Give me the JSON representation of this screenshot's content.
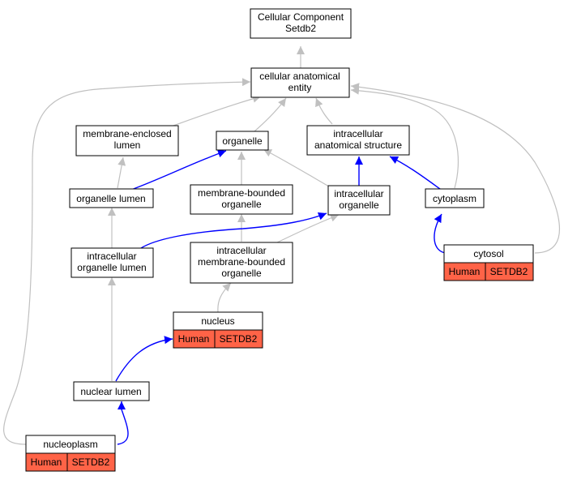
{
  "colors": {
    "grey_edge": "#c0c0c0",
    "blue_edge": "#0000ff",
    "annotation_fill": "#ff6347",
    "node_fill": "#ffffff",
    "node_border": "#000000"
  },
  "nodes": {
    "cellular_component_setdb2": {
      "lines": [
        "Cellular Component",
        "Setdb2"
      ]
    },
    "cellular_anatomical_entity": {
      "lines": [
        "cellular anatomical",
        "entity"
      ]
    },
    "membrane_enclosed_lumen": {
      "lines": [
        "membrane-enclosed",
        "lumen"
      ]
    },
    "organelle": {
      "lines": [
        "organelle"
      ]
    },
    "intracellular_anatomical_structure": {
      "lines": [
        "intracellular",
        "anatomical structure"
      ]
    },
    "organelle_lumen": {
      "lines": [
        "organelle lumen"
      ]
    },
    "membrane_bounded_organelle": {
      "lines": [
        "membrane-bounded",
        "organelle"
      ]
    },
    "intracellular_organelle": {
      "lines": [
        "intracellular",
        "organelle"
      ]
    },
    "cytoplasm": {
      "lines": [
        "cytoplasm"
      ]
    },
    "intracellular_organelle_lumen": {
      "lines": [
        "intracellular",
        "organelle lumen"
      ]
    },
    "intracellular_membrane_bounded_organelle": {
      "lines": [
        "intracellular",
        "membrane-bounded",
        "organelle"
      ]
    },
    "nuclear_lumen": {
      "lines": [
        "nuclear lumen"
      ]
    },
    "nucleus": {
      "title": "nucleus",
      "species": "Human",
      "gene": "SETDB2"
    },
    "cytosol": {
      "title": "cytosol",
      "species": "Human",
      "gene": "SETDB2"
    },
    "nucleoplasm": {
      "title": "nucleoplasm",
      "species": "Human",
      "gene": "SETDB2"
    }
  },
  "edges": [
    {
      "from": "cellular_anatomical_entity",
      "to": "cellular_component_setdb2",
      "type": "is_a"
    },
    {
      "from": "membrane_enclosed_lumen",
      "to": "cellular_anatomical_entity",
      "type": "is_a"
    },
    {
      "from": "organelle",
      "to": "cellular_anatomical_entity",
      "type": "is_a"
    },
    {
      "from": "intracellular_anatomical_structure",
      "to": "cellular_anatomical_entity",
      "type": "is_a"
    },
    {
      "from": "cytoplasm",
      "to": "cellular_anatomical_entity",
      "type": "is_a"
    },
    {
      "from": "cytosol",
      "to": "cellular_anatomical_entity",
      "type": "is_a"
    },
    {
      "from": "nucleoplasm",
      "to": "cellular_anatomical_entity",
      "type": "is_a"
    },
    {
      "from": "organelle_lumen",
      "to": "membrane_enclosed_lumen",
      "type": "is_a"
    },
    {
      "from": "organelle_lumen",
      "to": "organelle",
      "type": "part_of"
    },
    {
      "from": "membrane_bounded_organelle",
      "to": "organelle",
      "type": "is_a"
    },
    {
      "from": "intracellular_organelle",
      "to": "organelle",
      "type": "is_a"
    },
    {
      "from": "intracellular_organelle",
      "to": "intracellular_anatomical_structure",
      "type": "part_of"
    },
    {
      "from": "cytoplasm",
      "to": "intracellular_anatomical_structure",
      "type": "part_of"
    },
    {
      "from": "intracellular_organelle_lumen",
      "to": "organelle_lumen",
      "type": "is_a"
    },
    {
      "from": "intracellular_organelle_lumen",
      "to": "intracellular_organelle",
      "type": "part_of"
    },
    {
      "from": "intracellular_membrane_bounded_organelle",
      "to": "membrane_bounded_organelle",
      "type": "is_a"
    },
    {
      "from": "intracellular_membrane_bounded_organelle",
      "to": "intracellular_organelle",
      "type": "is_a"
    },
    {
      "from": "cytosol",
      "to": "cytoplasm",
      "type": "part_of"
    },
    {
      "from": "nucleus",
      "to": "intracellular_membrane_bounded_organelle",
      "type": "is_a"
    },
    {
      "from": "nuclear_lumen",
      "to": "intracellular_organelle_lumen",
      "type": "is_a"
    },
    {
      "from": "nuclear_lumen",
      "to": "nucleus",
      "type": "part_of"
    },
    {
      "from": "nucleoplasm",
      "to": "nuclear_lumen",
      "type": "part_of"
    }
  ]
}
